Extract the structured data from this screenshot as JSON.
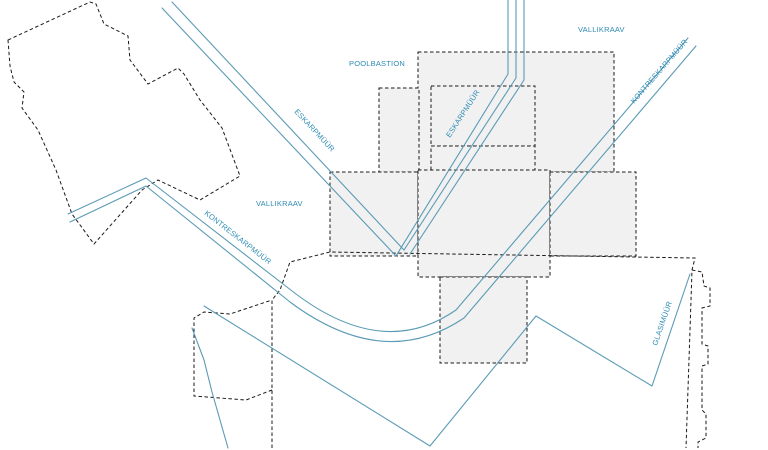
{
  "map": {
    "labels": {
      "poolbastion": "POOLBASTION",
      "vallikraav_top": "VALLIKRAAV",
      "vallikraav_left": "VALLIKRAAV",
      "eskarpmuur_left": "ESKARPMÜÜR",
      "eskarpmuur_center": "ESKARPMÜÜR",
      "kontreskarpmuur_left": "KONTRESKARPMÜÜR",
      "kontreskarpmuur_right": "KONTRESKARPMÜÜR",
      "glasimuur": "GLASIMÜÜR"
    },
    "colors": {
      "wall_line": "#5b9bb5",
      "label_text": "#2e8bb5",
      "outline_dashed": "#1a1a1a",
      "zone_fill": "#f1f1f1"
    }
  }
}
